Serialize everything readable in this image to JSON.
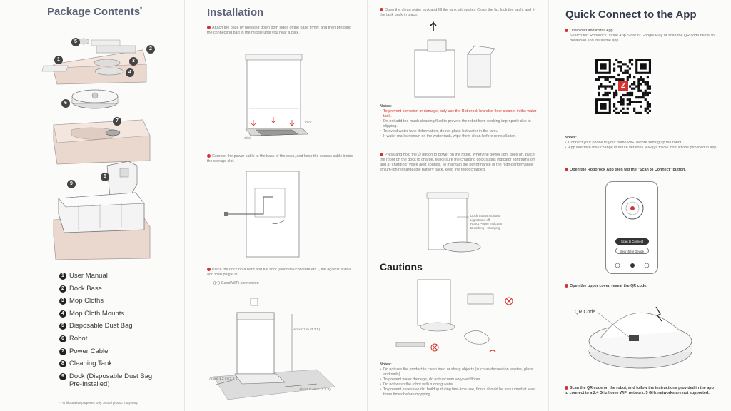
{
  "package": {
    "title": "Package Contents",
    "title_mark": "*",
    "items": [
      {
        "num": "1",
        "label": "User Manual"
      },
      {
        "num": "2",
        "label": "Dock Base"
      },
      {
        "num": "3",
        "label": "Mop Cloths"
      },
      {
        "num": "4",
        "label": "Mop Cloth Mounts"
      },
      {
        "num": "5",
        "label": "Disposable Dust Bag"
      },
      {
        "num": "6",
        "label": "Robot"
      },
      {
        "num": "7",
        "label": "Power Cable"
      },
      {
        "num": "8",
        "label": "Cleaning Tank"
      },
      {
        "num": "9",
        "label": "Dock (Disposable Dust Bag Pre-Installed)"
      }
    ],
    "footnote": "* For illustrative purposes only. Actual product may vary.",
    "callouts": [
      "1",
      "2",
      "3",
      "4",
      "5",
      "6",
      "7",
      "8",
      "9"
    ]
  },
  "installation": {
    "title": "Installation",
    "step1": "Attach the base by pressing down both sides of the base firmly, and then pressing the connecting part in the middle until you hear a click.",
    "click_label": "Click",
    "step2": "Connect the power cable to the back of the dock, and keep the excess cable inside the storage slot.",
    "step3": "Place the dock on a hard and flat floor (wood/tile/concrete etc.), flat against a wall and then plug it in.",
    "wifi_label": "Good WiFi connection",
    "dim_top": "About 1 m (3.3 ft)",
    "dim_left": "About 1.2 m (3.9 ft)",
    "dim_right": "About 0.46 m (1.5 ft)"
  },
  "tank": {
    "step": "Open the clean water tank and fill the tank with water. Close the lid, lock the latch, and fit the tank back in place.",
    "notes_title": "Notes:",
    "notes": [
      "To prevent corrosion or damage, only use the Roborock branded floor cleaner in the water tank.",
      "Do not add too much cleaning fluid to prevent the robot from working improperly due to slipping.",
      "To avoid water tank deformation, do not place hot water in the tank.",
      "If water marks remain on the water tank, wipe them clean before reinstallation."
    ],
    "power_step": "Press and hold the ⏻ button to power on the robot. When the power light goes on, place the robot on the dock to charge. Make sure the charging dock status indicator light turns off and a \"charging\" voice alert sounds. To maintain the performance of the high-performance lithium-ion rechargeable battery pack, keep the robot charged.",
    "dock_labels": [
      "Dock Status Indicator",
      "Light turns off",
      "Robot Power Indicator",
      "Breathing · Charging"
    ]
  },
  "cautions": {
    "title": "Cautions",
    "notes_title": "Notes:",
    "notes": [
      "Do not use the product to clean hard or sharp objects (such as decoration wastes, glass and nails).",
      "To prevent water damage, do not vacuum very wet floors.",
      "Do not wash the robot with running water.",
      "To prevent excessive dirt buildup during first-time use, floors should be vacuumed at least three times before mopping."
    ]
  },
  "app": {
    "title": "Quick Connect to the App",
    "step1_title": "Download and install App.",
    "step1_text": "Search for \"Roborock\" in the App Store or Google Play or scan the QR code below to download and install the app.",
    "notes_title": "Notes:",
    "notes": [
      "Connect your phone to your home WiFi before setting up the robot.",
      "App interface may change in future versions. Always follow instructions provided in app."
    ],
    "step2": "Open the Roborock App then tap the \"Scan to Connect\" button.",
    "phone_btn1": "Scan to Connect",
    "phone_btn2": "Search for Device",
    "step3": "Open the upper cover, reveal the QR code.",
    "qr_label": "QR Code",
    "step4": "Scan the QR code on the robot, and follow the instructions provided in the app to connect to a 2.4 GHz home WiFi network. 5 GHz networks are not supported."
  },
  "colors": {
    "accent": "#d2342f",
    "title": "#5a6275",
    "box": "#e8d5cb"
  }
}
